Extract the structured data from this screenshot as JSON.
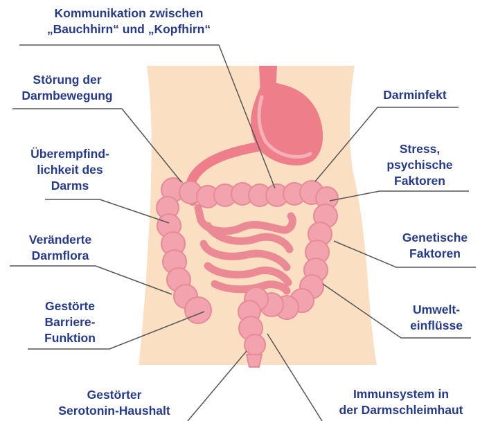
{
  "labels": {
    "kommunikation": [
      "Kommunikation zwischen",
      "„Bauchhirn“ und „Kopfhirn“"
    ],
    "stoerung": [
      "Störung der",
      "Darmbewegung"
    ],
    "ueberempfindlichkeit": [
      "Überempfind-",
      "lichkeit des",
      "Darms"
    ],
    "darmflora": [
      "Veränderte",
      "Darmflora"
    ],
    "barriere": [
      "Gestörte",
      "Barriere-",
      "Funktion"
    ],
    "serotonin": [
      "Gestörter",
      "Serotonin-Haushalt"
    ],
    "darminfekt": [
      "Darminfekt"
    ],
    "stress": [
      "Stress,",
      "psychische",
      "Faktoren"
    ],
    "genetik": [
      "Genetische",
      "Faktoren"
    ],
    "umwelt": [
      "Umwelt-",
      "einflüsse"
    ],
    "immunsystem": [
      "Immunsystem in",
      "der Darmschleimhaut"
    ]
  },
  "colors": {
    "label_text": "#263a8c",
    "leader_line": "#555555",
    "skin": "#fbdfc3",
    "colon": "#f3a3ad",
    "colon_outline": "#e17f8d",
    "stomach": "#ee7f8a",
    "small_intestine": "#eb8a94"
  }
}
